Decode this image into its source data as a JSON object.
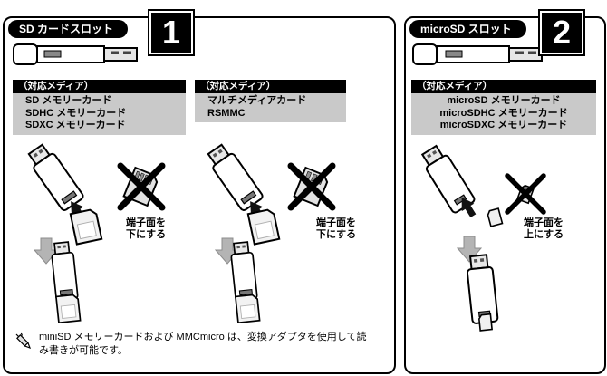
{
  "panel_sd": {
    "title": "SD カードスロット",
    "number": "1",
    "media_sd": {
      "header": "（対応メディア）",
      "items": [
        "SD メモリーカード",
        "SDHC メモリーカード",
        "SDXC メモリーカード"
      ]
    },
    "media_mmc": {
      "header": "（対応メディア）",
      "items": [
        "マルチメディアカード",
        "RSMMC"
      ]
    },
    "caption_sd": "端子面を\n下にする",
    "caption_mmc": "端子面を\n下にする",
    "note": "miniSD メモリーカードおよび MMCmicro は、変換アダプタを使用して読\nみ書きが可能です。"
  },
  "panel_microsd": {
    "title": "microSD スロット",
    "number": "2",
    "media": {
      "header": "（対応メディア）",
      "items": [
        "microSD メモリーカード",
        "microSDHC メモリーカード",
        "microSDXC メモリーカード"
      ]
    },
    "caption": "端子面を\n上にする"
  },
  "icons": {
    "x_mark": "✕",
    "down_arrow": "⬇",
    "insert_arrow": "➤",
    "note_pencil": "✎"
  },
  "colors": {
    "outline": "#000000",
    "media_box_bg": "#c9c9c9",
    "arrow_gray": "#b4b4b4",
    "header_bg": "#000000"
  }
}
